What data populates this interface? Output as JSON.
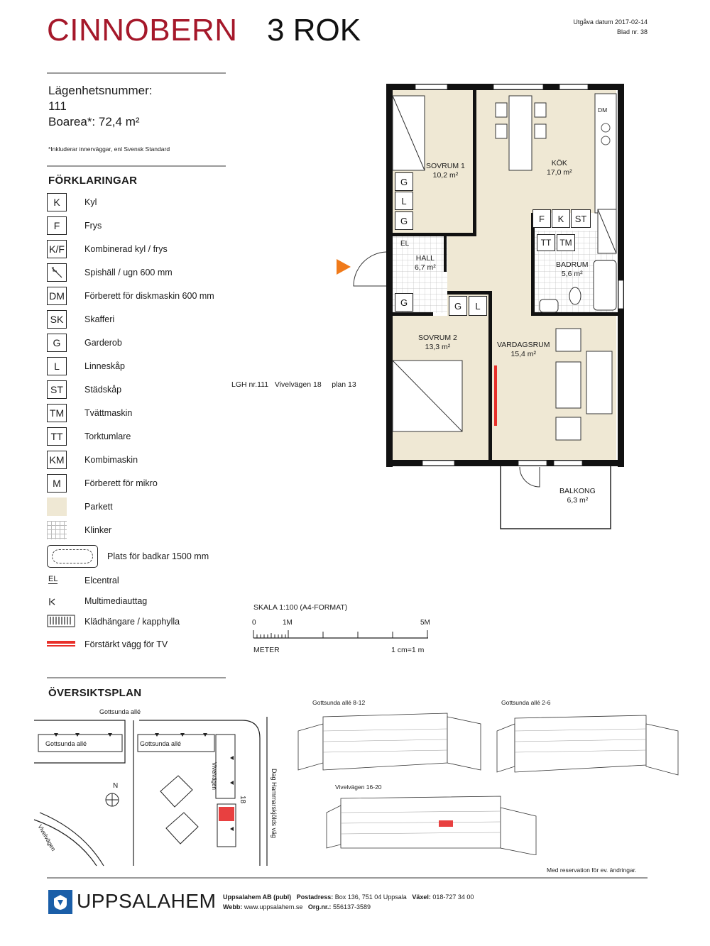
{
  "header": {
    "project": "CINNOBERN",
    "apt_type": "3 ROK",
    "issue_date": "Utgåva datum 2017-02-14",
    "sheet": "Blad nr. 38"
  },
  "apartment": {
    "number_label": "Lägenhetsnummer:",
    "number": "111",
    "area": "Boarea*: 72,4 m²",
    "footnote": "*Inkluderar innerväggar, enl Svensk Standard"
  },
  "legend": {
    "title": "FÖRKLARINGAR",
    "items": [
      {
        "code": "K",
        "label": "Kyl"
      },
      {
        "code": "F",
        "label": "Frys"
      },
      {
        "code": "K/F",
        "label": "Kombinerad kyl / frys"
      },
      {
        "code": "",
        "icon": "stove-icon",
        "label": "Spishäll / ugn 600 mm"
      },
      {
        "code": "DM",
        "label": "Förberett för diskmaskin 600 mm"
      },
      {
        "code": "SK",
        "label": "Skafferi"
      },
      {
        "code": "G",
        "label": "Garderob"
      },
      {
        "code": "L",
        "label": "Linneskåp"
      },
      {
        "code": "ST",
        "label": "Städskåp"
      },
      {
        "code": "TM",
        "label": "Tvättmaskin"
      },
      {
        "code": "TT",
        "label": "Torktumlare"
      },
      {
        "code": "KM",
        "label": "Kombimaskin"
      },
      {
        "code": "M",
        "label": "Förberett för mikro"
      },
      {
        "code": "",
        "icon": "parquet-swatch",
        "label": "Parkett"
      },
      {
        "code": "",
        "icon": "tile-swatch",
        "label": "Klinker"
      }
    ],
    "bathtub": "Plats för badkar 1500 mm",
    "elcentral_code": "EL",
    "elcentral": "Elcentral",
    "media": "Multimediauttag",
    "hanger": "Klädhängare / kapphylla",
    "tv_wall": "Förstärkt vägg för TV"
  },
  "plan": {
    "apt_info": "LGH nr.111   Vivelvägen 18     plan 13",
    "rooms": [
      {
        "name": "SOVRUM 1",
        "area": "10,2 m²"
      },
      {
        "name": "KÖK",
        "area": "17,0 m²"
      },
      {
        "name": "HALL",
        "area": "6,7 m²"
      },
      {
        "name": "BADRUM",
        "area": "5,6 m²"
      },
      {
        "name": "SOVRUM 2",
        "area": "13,3 m²"
      },
      {
        "name": "VARDAGSRUM",
        "area": "15,4 m²"
      },
      {
        "name": "BALKONG",
        "area": "6,3 m²"
      }
    ],
    "fixtures": {
      "g": "G",
      "l": "L",
      "f": "F",
      "k": "K",
      "st": "ST",
      "tt": "TT",
      "tm": "TM",
      "el": "EL",
      "dm": "DM"
    },
    "colors": {
      "parquet": "#efe8d4",
      "wall": "#111111",
      "tv_wall": "#e8302a",
      "entry_arrow": "#f07a1a",
      "project": "#a5182a"
    }
  },
  "scale": {
    "title": "SKALA 1:100 (A4-FORMAT)",
    "zero": "0",
    "one": "1M",
    "five": "5M",
    "unit": "METER",
    "ratio": "1 cm=1 m"
  },
  "overview": {
    "title": "ÖVERSIKTSPLAN",
    "road_top": "Gottsunda allé",
    "bld_left": "Gottsunda allé",
    "bld_mid": "Gottsunda allé",
    "bld_viv": "Vivelvägen",
    "bld_num": "18",
    "road_right": "Dag Hammarskjölds väg",
    "road_bottom": "Vivelvägen",
    "north": "N",
    "iso1": "Gottsunda allé 8-12",
    "iso2": "Gottsunda allé 2-6",
    "iso3": "Vivelvägen 16-20",
    "reservation": "Med reservation för ev. ändringar."
  },
  "footer": {
    "brand": "UPPSALAHEM",
    "line1_company": "Uppsalahem AB (publ)",
    "line1_addr_label": "Postadress:",
    "line1_addr": "Box 136, 751 04 Uppsala",
    "line1_phone_label": "Växel:",
    "line1_phone": "018-727 34 00",
    "line2_web_label": "Webb:",
    "line2_web": "www.uppsalahem.se",
    "line2_org_label": "Org.nr.:",
    "line2_org": "556137-3589"
  }
}
